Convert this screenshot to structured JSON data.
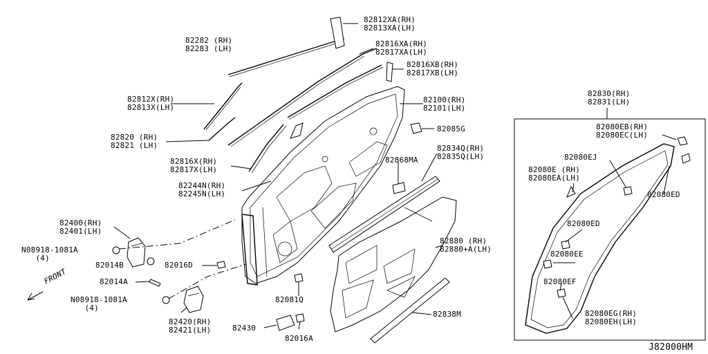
{
  "diagram_id": "J82000HM",
  "front_label": "FRONT",
  "labels": [
    {
      "id": "l1",
      "lines": [
        "82812XA(RH)",
        "82813XA(LH)"
      ]
    },
    {
      "id": "l2",
      "lines": [
        "82282 (RH)",
        "82283 (LH)"
      ]
    },
    {
      "id": "l3",
      "lines": [
        "82816XA(RH)",
        "82817XA(LH)"
      ]
    },
    {
      "id": "l4",
      "lines": [
        "82816XB(RH)",
        "82817XB(LH)"
      ]
    },
    {
      "id": "l5",
      "lines": [
        "82812X(RH)",
        "82813X(LH)"
      ]
    },
    {
      "id": "l6",
      "lines": [
        "82100(RH)",
        "82101(LH)"
      ]
    },
    {
      "id": "l7",
      "lines": [
        "82085G"
      ]
    },
    {
      "id": "l8",
      "lines": [
        "82820 (RH)",
        "82821 (LH)"
      ]
    },
    {
      "id": "l9",
      "lines": [
        "82834Q(RH)",
        "82835Q(LH)"
      ]
    },
    {
      "id": "l10",
      "lines": [
        "82816X(RH)",
        "82817X(LH)"
      ]
    },
    {
      "id": "l11",
      "lines": [
        "82868MA"
      ]
    },
    {
      "id": "l12",
      "lines": [
        "82244N(RH)",
        "82245N(LH)"
      ]
    },
    {
      "id": "l13",
      "lines": [
        "82400(RH)",
        "82401(LH)"
      ]
    },
    {
      "id": "l14",
      "lines": [
        "N08918-1081A",
        "   (4)"
      ]
    },
    {
      "id": "l15",
      "lines": [
        "82014B"
      ]
    },
    {
      "id": "l16",
      "lines": [
        "82016D"
      ]
    },
    {
      "id": "l17",
      "lines": [
        "82880 (RH)",
        "82880+A(LH)"
      ]
    },
    {
      "id": "l18",
      "lines": [
        "82014A"
      ]
    },
    {
      "id": "l19",
      "lines": [
        "N08918-1081A",
        "   (4)"
      ]
    },
    {
      "id": "l20",
      "lines": [
        "82081Q"
      ]
    },
    {
      "id": "l21",
      "lines": [
        "82838M"
      ]
    },
    {
      "id": "l22",
      "lines": [
        "82420(RH)",
        "82421(LH)"
      ]
    },
    {
      "id": "l23",
      "lines": [
        "82430"
      ]
    },
    {
      "id": "l24",
      "lines": [
        "82016A"
      ]
    },
    {
      "id": "l25",
      "lines": [
        "82830(RH)",
        "82831(LH)"
      ]
    },
    {
      "id": "l26",
      "lines": [
        "82080EB(RH)",
        "82080EC(LH)"
      ]
    },
    {
      "id": "l27",
      "lines": [
        "82080EJ"
      ]
    },
    {
      "id": "l28",
      "lines": [
        "82080E (RH)",
        "82080EA(LH)"
      ]
    },
    {
      "id": "l29",
      "lines": [
        "82080ED"
      ]
    },
    {
      "id": "l30",
      "lines": [
        "82080ED"
      ]
    },
    {
      "id": "l31",
      "lines": [
        "82080EE"
      ]
    },
    {
      "id": "l32",
      "lines": [
        "82080EF"
      ]
    },
    {
      "id": "l33",
      "lines": [
        "82080EG(RH)",
        "82080EH(LH)"
      ]
    }
  ]
}
